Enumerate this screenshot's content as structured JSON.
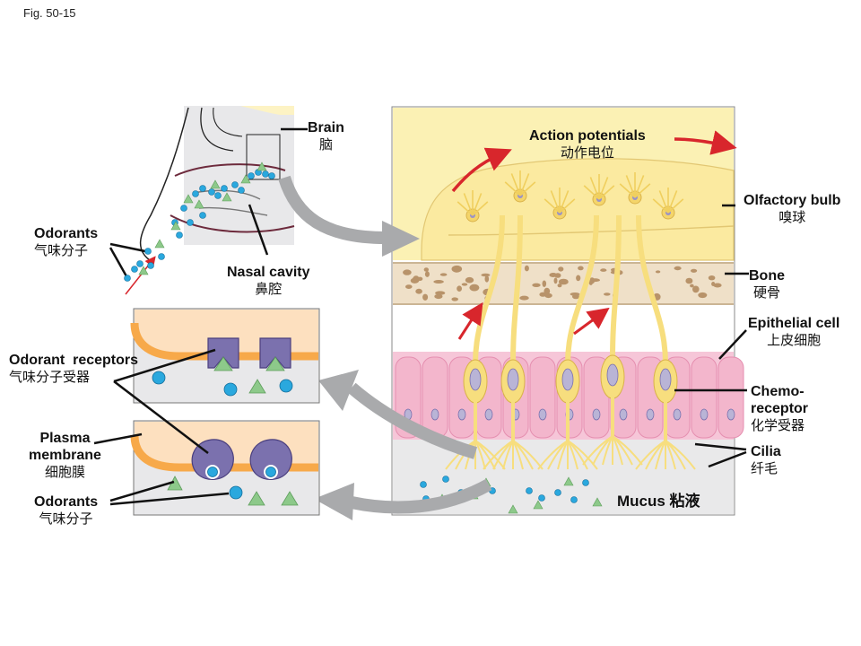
{
  "figure": {
    "number": "Fig. 50-15"
  },
  "labels": {
    "brain": {
      "en": "Brain",
      "zh": "脑"
    },
    "odorants_top": {
      "en": "Odorants",
      "zh": "气味分子"
    },
    "nasal_cavity": {
      "en": "Nasal cavity",
      "zh": "鼻腔"
    },
    "action_potentials": {
      "en": "Action potentials",
      "zh": "动作电位"
    },
    "olfactory_bulb": {
      "en": "Olfactory bulb",
      "zh": "嗅球"
    },
    "bone": {
      "en": "Bone",
      "zh": "硬骨"
    },
    "epithelial_cell": {
      "en": "Epithelial cell",
      "zh": "上皮细胞"
    },
    "odorant_receptors": {
      "en": "Odorant  receptors",
      "zh": "气味分子受器"
    },
    "chemoreceptor": {
      "en1": "Chemo-",
      "en2": "receptor",
      "zh": "化学受器"
    },
    "plasma_membrane": {
      "en1": "Plasma",
      "en2": "membrane",
      "zh": "细胞膜"
    },
    "cilia": {
      "en": "Cilia",
      "zh": "纤毛"
    },
    "odorants_bottom": {
      "en": "Odorants",
      "zh": "气味分子"
    },
    "mucus": {
      "en": "Mucus 粘液"
    }
  },
  "colors": {
    "bulb": "#fbf1b4",
    "neuron": "#f7de7e",
    "neuron_edge": "#d9b24a",
    "bone": "#efe0c8",
    "epithelium": "#f6c6d8",
    "mucus": "#e9e9ea",
    "arrow_red": "#d8262c",
    "arrow_gray": "#a9aaac",
    "odorant_blue": "#2aa8de",
    "odorant_green": "#8dc98a",
    "receptor": "#7b71ae",
    "membrane": "#f7a94a",
    "cytoplasm": "#fde0bf"
  }
}
